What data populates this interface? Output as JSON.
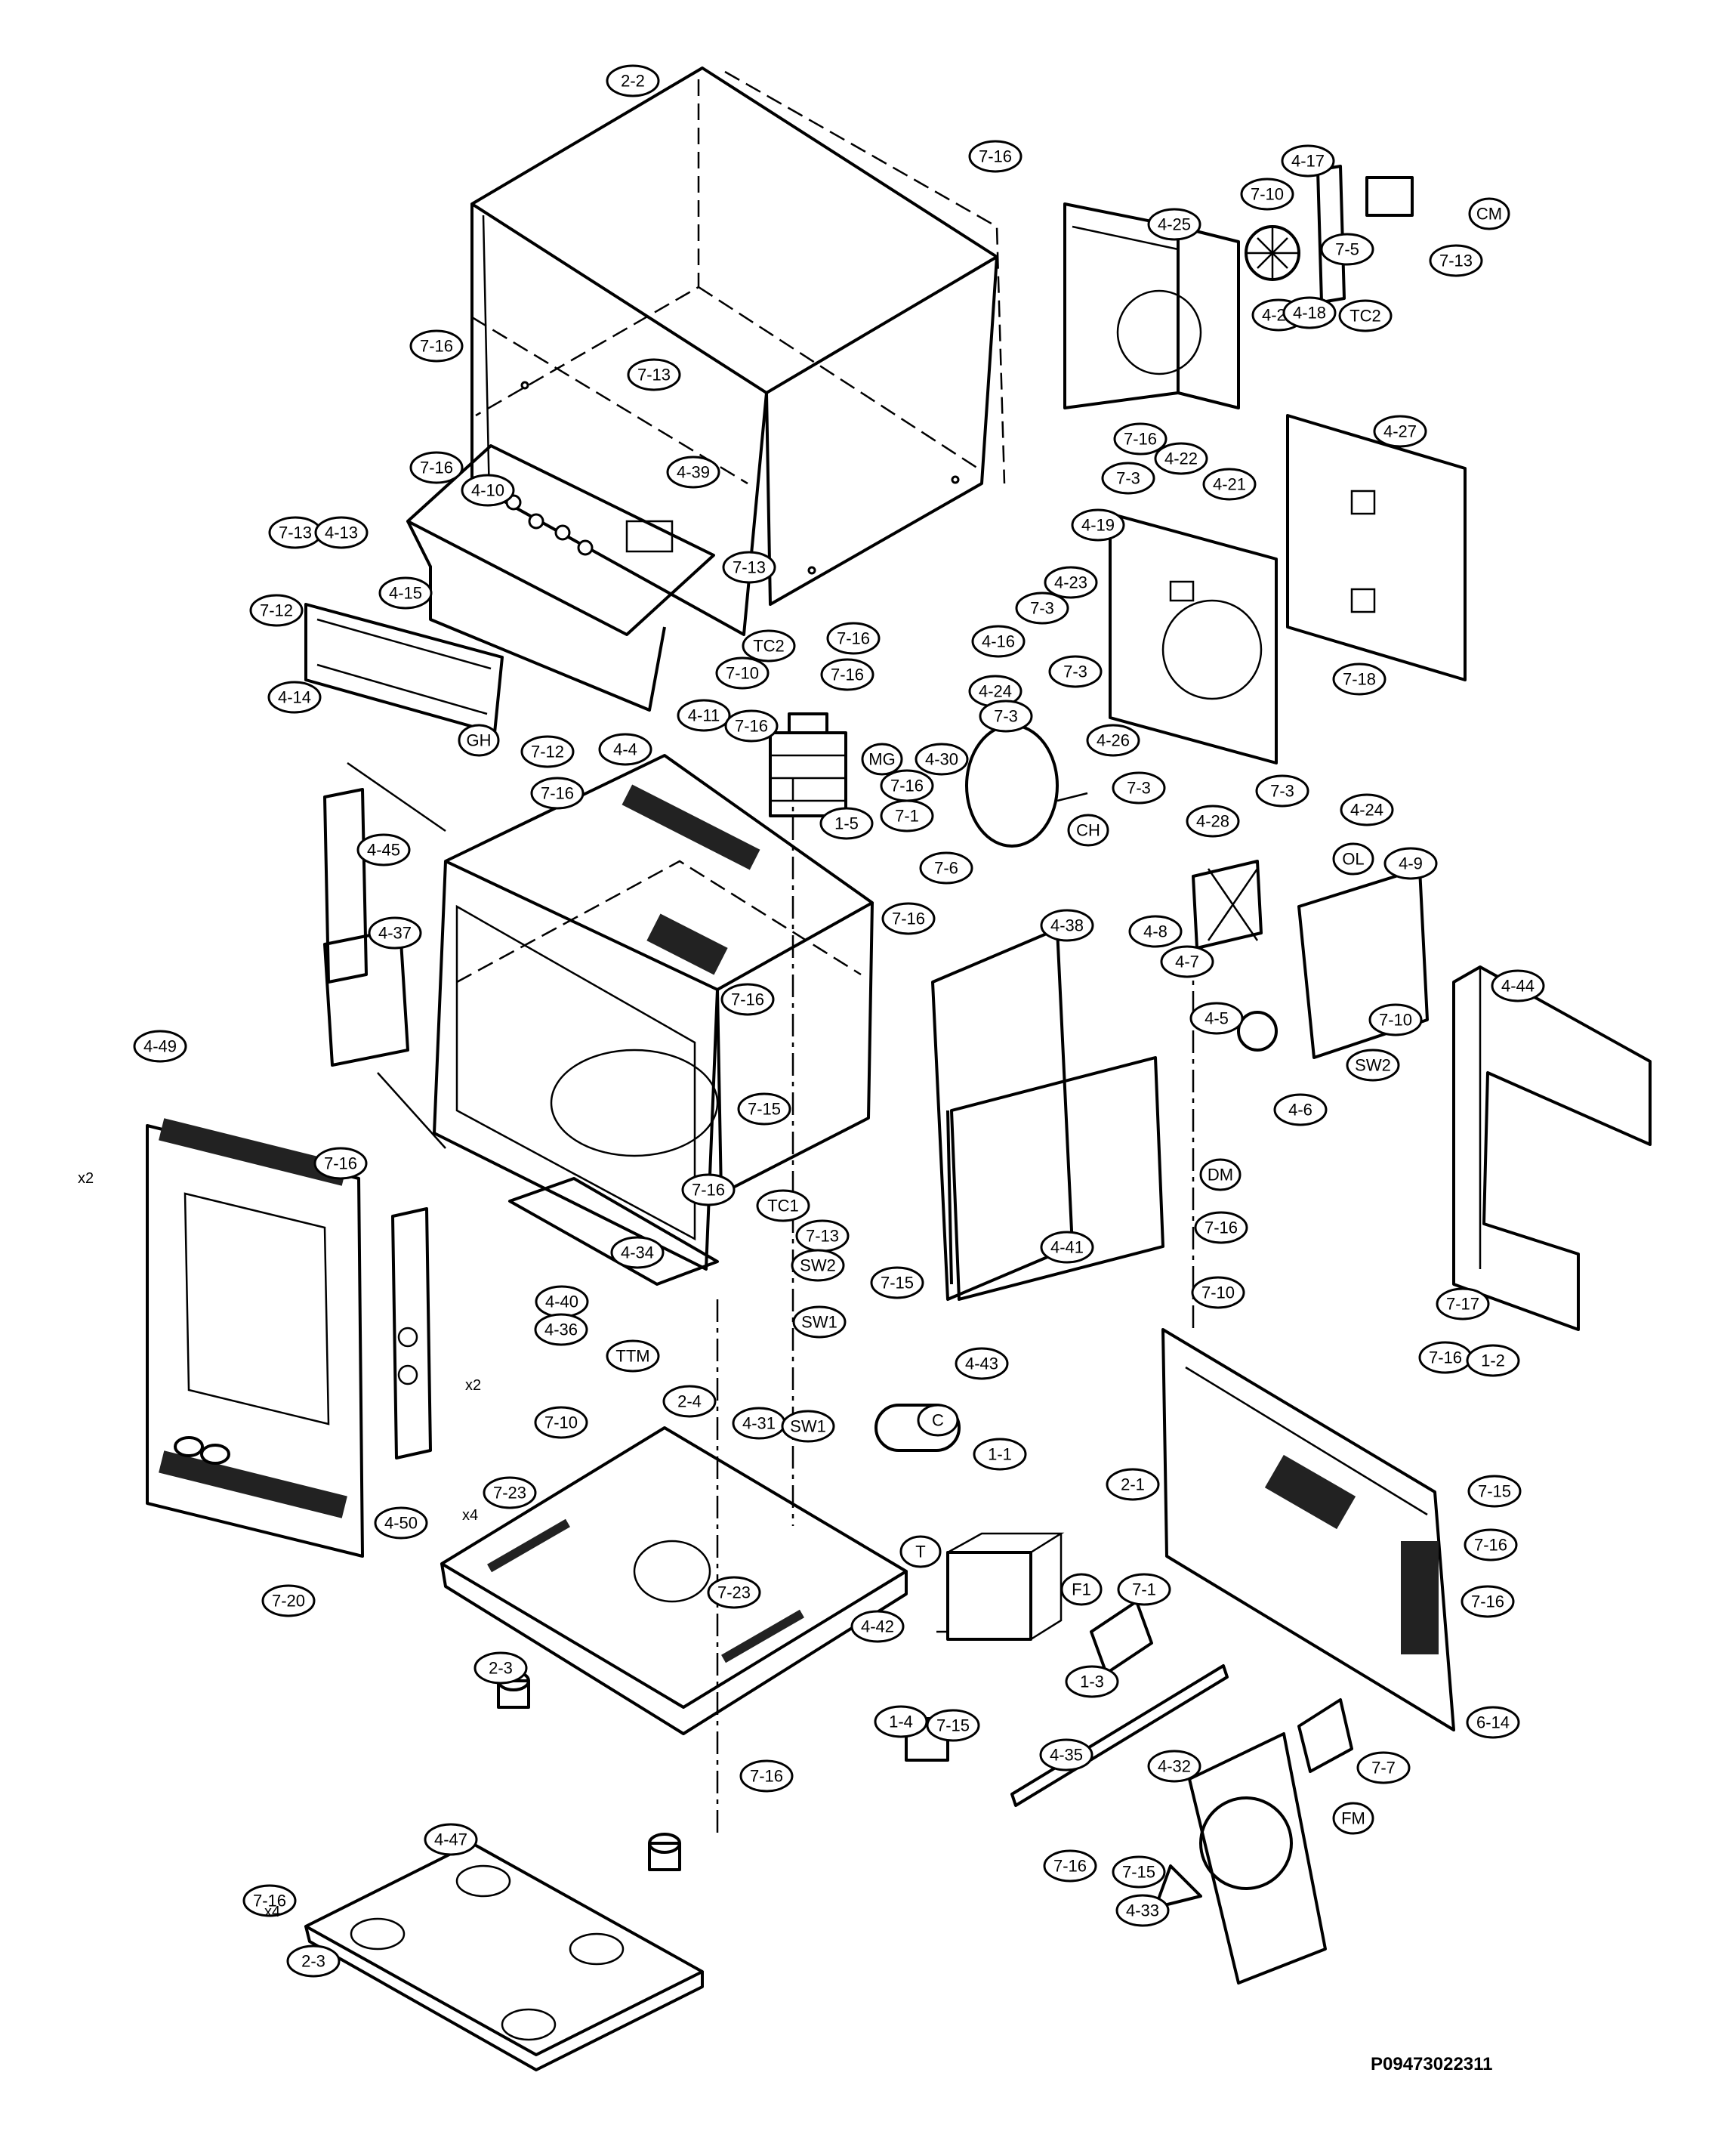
{
  "document_id": "P09473022311",
  "callouts": [
    {
      "label": "2-2"
    },
    {
      "label": "7-16"
    },
    {
      "label": "4-17"
    },
    {
      "label": "7-10"
    },
    {
      "label": "CM"
    },
    {
      "label": "4-25"
    },
    {
      "label": "7-5"
    },
    {
      "label": "7-13"
    },
    {
      "label": "4-20"
    },
    {
      "label": "4-18"
    },
    {
      "label": "TC2"
    },
    {
      "label": "7-16"
    },
    {
      "label": "7-13"
    },
    {
      "label": "4-27"
    },
    {
      "label": "7-16"
    },
    {
      "label": "4-22"
    },
    {
      "label": "7-16"
    },
    {
      "label": "4-39"
    },
    {
      "label": "7-3"
    },
    {
      "label": "4-21"
    },
    {
      "label": "4-10"
    },
    {
      "label": "4-19"
    },
    {
      "label": "7-13"
    },
    {
      "label": "4-13"
    },
    {
      "label": "4-23"
    },
    {
      "label": "7-13"
    },
    {
      "label": "7-12"
    },
    {
      "label": "4-15"
    },
    {
      "label": "7-16"
    },
    {
      "label": "7-3"
    },
    {
      "label": "TC2"
    },
    {
      "label": "7-16"
    },
    {
      "label": "4-16"
    },
    {
      "label": "7-3"
    },
    {
      "label": "7-18"
    },
    {
      "label": "7-10"
    },
    {
      "label": "4-14"
    },
    {
      "label": "4-11"
    },
    {
      "label": "4-24"
    },
    {
      "label": "7-16"
    },
    {
      "label": "7-3"
    },
    {
      "label": "GH"
    },
    {
      "label": "4-4"
    },
    {
      "label": "MG"
    },
    {
      "label": "4-26"
    },
    {
      "label": "7-12"
    },
    {
      "label": "4-30"
    },
    {
      "label": "7-16"
    },
    {
      "label": "7-3"
    },
    {
      "label": "7-3"
    },
    {
      "label": "7-16"
    },
    {
      "label": "1-5"
    },
    {
      "label": "7-1"
    },
    {
      "label": "4-28"
    },
    {
      "label": "4-24"
    },
    {
      "label": "4-45"
    },
    {
      "label": "7-6"
    },
    {
      "label": "CH"
    },
    {
      "label": "OL"
    },
    {
      "label": "4-9"
    },
    {
      "label": "4-37"
    },
    {
      "label": "7-16"
    },
    {
      "label": "4-8"
    },
    {
      "label": "4-38"
    },
    {
      "label": "4-7"
    },
    {
      "label": "7-16"
    },
    {
      "label": "4-5"
    },
    {
      "label": "7-10"
    },
    {
      "label": "4-44"
    },
    {
      "label": "4-49"
    },
    {
      "label": "SW2"
    },
    {
      "label": "7-16"
    },
    {
      "label": "7-15"
    },
    {
      "label": "4-6"
    },
    {
      "label": "7-16"
    },
    {
      "label": "TC1"
    },
    {
      "label": "DM"
    },
    {
      "label": "7-16"
    },
    {
      "label": "7-13"
    },
    {
      "label": "4-34"
    },
    {
      "label": "SW2"
    },
    {
      "label": "7-10"
    },
    {
      "label": "4-41"
    },
    {
      "label": "7-15"
    },
    {
      "label": "4-40"
    },
    {
      "label": "SW1"
    },
    {
      "label": "4-36"
    },
    {
      "label": "TTM"
    },
    {
      "label": "7-17"
    },
    {
      "label": "4-43"
    },
    {
      "label": "7-16"
    },
    {
      "label": "1-2"
    },
    {
      "label": "2-4"
    },
    {
      "label": "7-10"
    },
    {
      "label": "4-31"
    },
    {
      "label": "SW1"
    },
    {
      "label": "C"
    },
    {
      "label": "1-1"
    },
    {
      "label": "2-1"
    },
    {
      "label": "7-15"
    },
    {
      "label": "7-23"
    },
    {
      "label": "4-50"
    },
    {
      "label": "7-16"
    },
    {
      "label": "T"
    },
    {
      "label": "7-20"
    },
    {
      "label": "F1"
    },
    {
      "label": "7-1"
    },
    {
      "label": "7-16"
    },
    {
      "label": "7-23"
    },
    {
      "label": "4-42"
    },
    {
      "label": "2-3"
    },
    {
      "label": "1-3"
    },
    {
      "label": "6-14"
    },
    {
      "label": "1-4"
    },
    {
      "label": "7-15"
    },
    {
      "label": "4-35"
    },
    {
      "label": "7-7"
    },
    {
      "label": "4-32"
    },
    {
      "label": "7-16"
    },
    {
      "label": "FM"
    },
    {
      "label": "7-15"
    },
    {
      "label": "2-3"
    },
    {
      "label": "4-47"
    },
    {
      "label": "7-16"
    },
    {
      "label": "4-33"
    },
    {
      "label": "7-16"
    }
  ],
  "notes": [
    {
      "text": "x2"
    },
    {
      "text": "x2"
    },
    {
      "text": "x4"
    },
    {
      "text": "x4"
    }
  ]
}
